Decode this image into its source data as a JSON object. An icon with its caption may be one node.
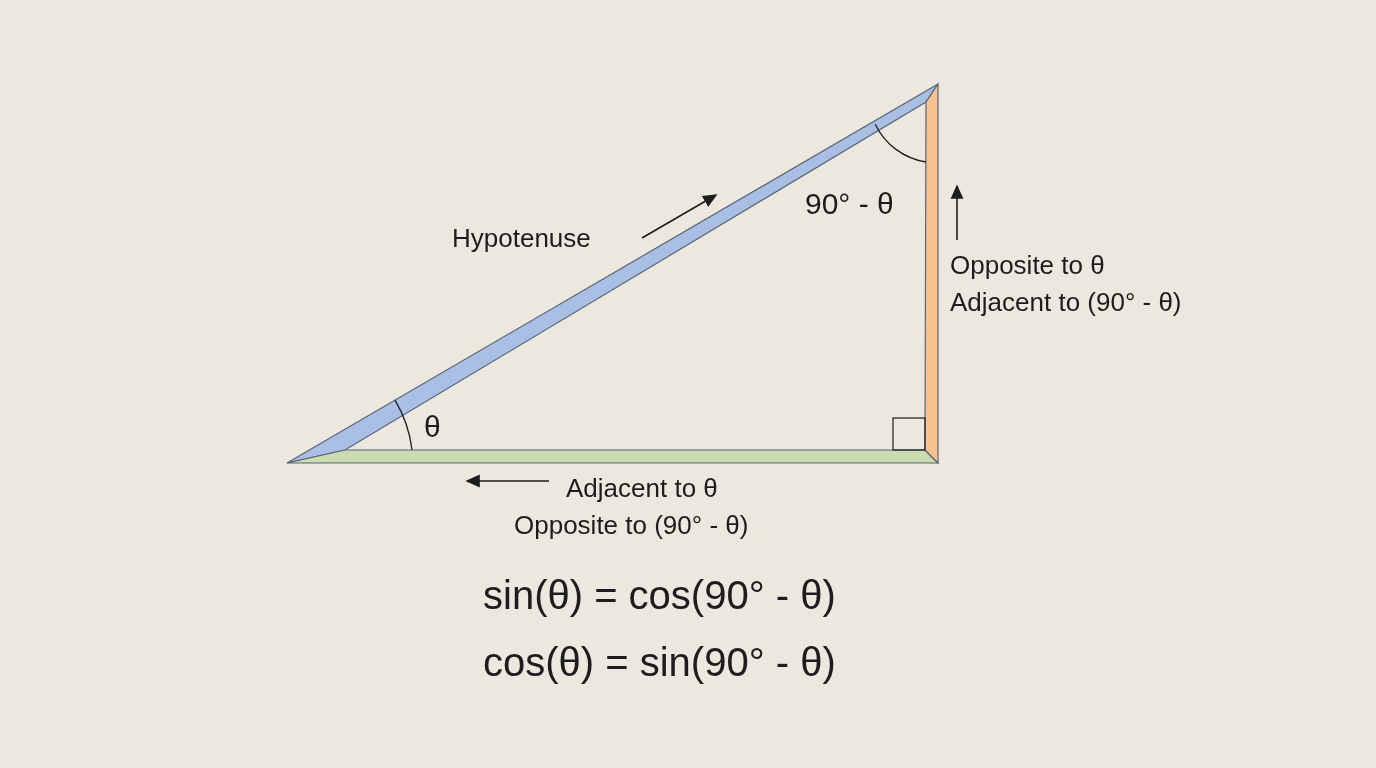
{
  "diagram": {
    "labels": [
      "Hypotenuse",
      "90° - θ",
      "Opposite to θ",
      "Adjacent to (90° - θ)",
      "θ",
      "Adjacent to θ",
      "Opposite to (90° - θ)",
      "sin(θ) = cos(90° - θ)",
      "cos(θ) = sin(90° - θ)"
    ]
  }
}
